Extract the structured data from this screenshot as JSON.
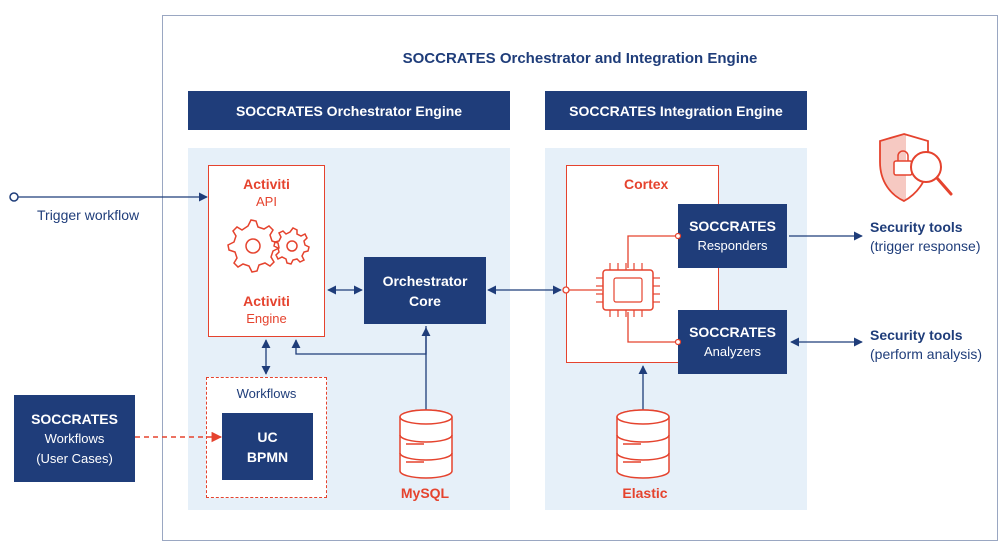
{
  "diagram": {
    "title": "SOCCRATES Orchestrator and Integration Engine",
    "orchestrator_engine": {
      "header": "SOCCRATES Orchestrator Engine",
      "activiti_api": {
        "line1": "Activiti",
        "line2": "API"
      },
      "activiti_engine": {
        "line1": "Activiti",
        "line2": "Engine"
      },
      "workflows_label": "Workflows",
      "uc_bpmn": {
        "line1": "UC",
        "line2": "BPMN"
      },
      "orchestrator_core": {
        "line1": "Orchestrator",
        "line2": "Core"
      },
      "mysql": "MySQL"
    },
    "integration_engine": {
      "header": "SOCCRATES Integration Engine",
      "cortex": "Cortex",
      "responders": {
        "line1": "SOCCRATES",
        "line2": "Responders"
      },
      "analyzers": {
        "line1": "SOCCRATES",
        "line2": "Analyzers"
      },
      "elastic": "Elastic"
    },
    "trigger_workflow": "Trigger workflow",
    "workflows_source": {
      "line1": "SOCCRATES",
      "line2": "Workflows",
      "line3": "(User Cases)"
    },
    "security_tools_response": {
      "line1": "Security tools",
      "line2": "(trigger response)"
    },
    "security_tools_analysis": {
      "line1": "Security tools",
      "line2": "(perform analysis)"
    },
    "colors": {
      "navy": "#1f3d7a",
      "red": "#e5432e",
      "panel": "#e6f0f9",
      "border": "#9aa7c2"
    },
    "icons": [
      "gears-icon",
      "chip-icon",
      "database-icon",
      "shield-lock-icon",
      "magnifier-icon"
    ]
  }
}
